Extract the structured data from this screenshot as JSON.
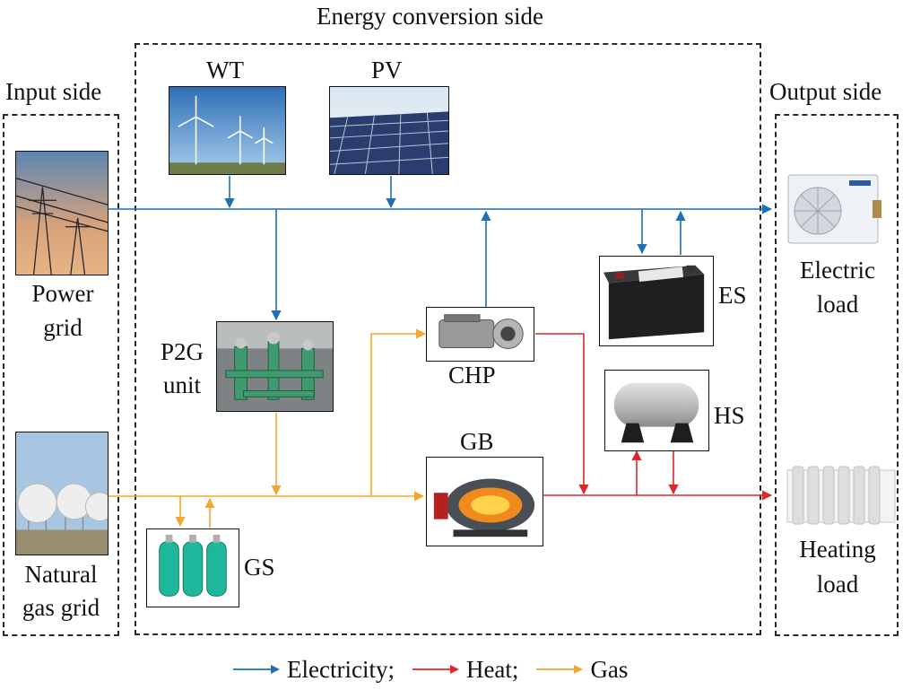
{
  "sections": {
    "input": "Input side",
    "conversion": "Energy conversion side",
    "output": "Output side"
  },
  "components": {
    "wt": "WT",
    "pv": "PV",
    "power_grid": [
      "Power",
      "grid"
    ],
    "natural_gas_grid": [
      "Natural",
      "gas grid"
    ],
    "p2g": [
      "P2G",
      "unit"
    ],
    "chp": "CHP",
    "gb": "GB",
    "gs": "GS",
    "es": "ES",
    "hs": "HS",
    "electric_load": [
      "Electric",
      "load"
    ],
    "heating_load": [
      "Heating",
      "load"
    ]
  },
  "legend": {
    "electricity": "Electricity;",
    "heat": "Heat;",
    "gas": "Gas"
  },
  "colors": {
    "electricity": "#1f6fb4",
    "heat": "#e0262a",
    "gas": "#f0a830"
  }
}
